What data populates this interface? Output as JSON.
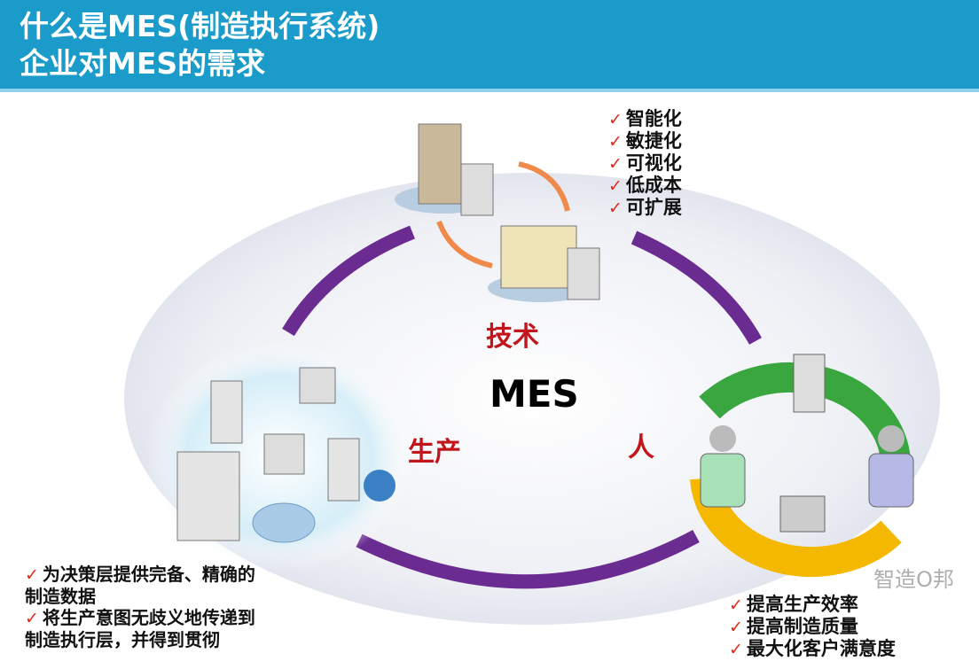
{
  "header": {
    "title_line1": "什么是MES(制造执行系统)",
    "title_line2": "企业对MES的需求",
    "color": "#1b9bc9"
  },
  "center_label": "MES",
  "labels": {
    "technology": "技术",
    "production": "生产",
    "people": "人"
  },
  "technology_list": [
    "智能化",
    "敏捷化",
    "可视化",
    "低成本",
    "可扩展"
  ],
  "production_list": [
    "为决策层提供完备、精确的",
    "制造数据",
    "将生产意图无歧义地传递到",
    "制造执行层，并得到贯彻"
  ],
  "people_list": [
    "提高生产效率",
    "提高制造质量",
    "最大化客户满意度"
  ],
  "watermark": "智造O邦",
  "colors": {
    "arc": "#6a2c91",
    "label": "#c0161c",
    "check": "#e02a1a",
    "green": "#3aa640",
    "yellow": "#f5b800"
  }
}
